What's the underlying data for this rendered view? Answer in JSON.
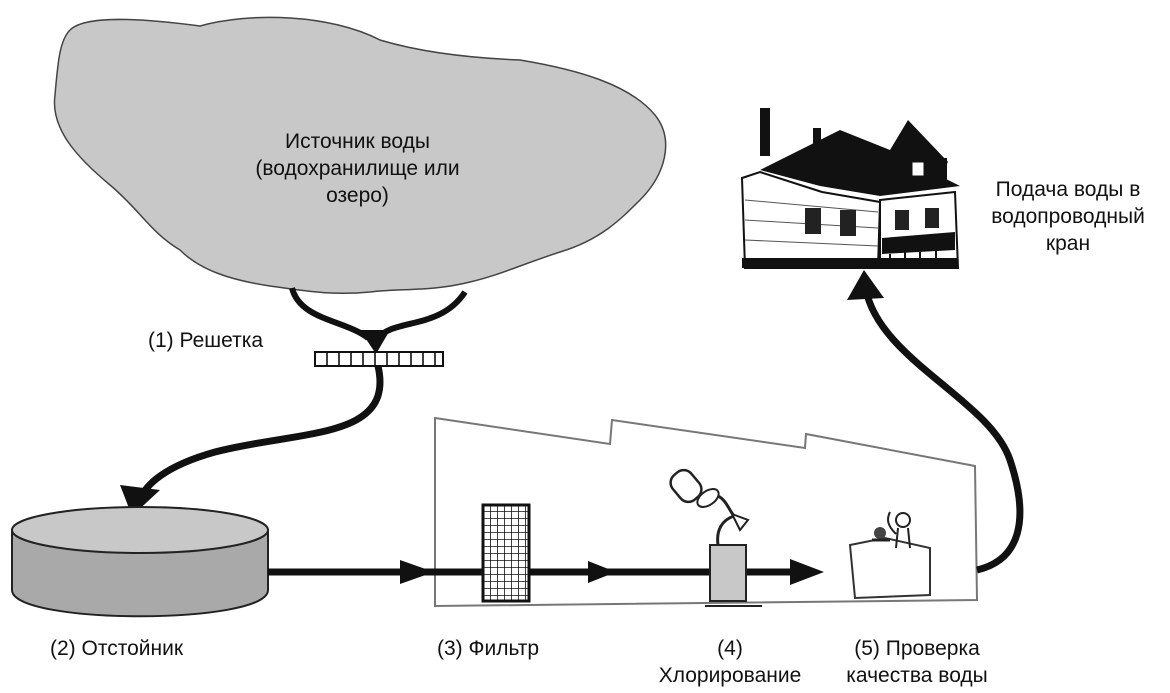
{
  "source": {
    "line1": "Источник воды",
    "line2": "(водохранилище или",
    "line3": "озеро)"
  },
  "screen_label": "(1) Решетка",
  "settling_label": "(2) Отстойник",
  "filter_label": "(3) Фильтр",
  "chlorination": {
    "num": "(4)",
    "name": "Хлорирование"
  },
  "quality": {
    "line1": "(5) Проверка",
    "line2": "качества воды"
  },
  "house": {
    "line1": "Подача воды в",
    "line2": "водопроводный",
    "line3": "кран"
  },
  "colors": {
    "ink": "#111111",
    "gray_fill": "#c8c8c8",
    "building_outline": "#777777"
  }
}
